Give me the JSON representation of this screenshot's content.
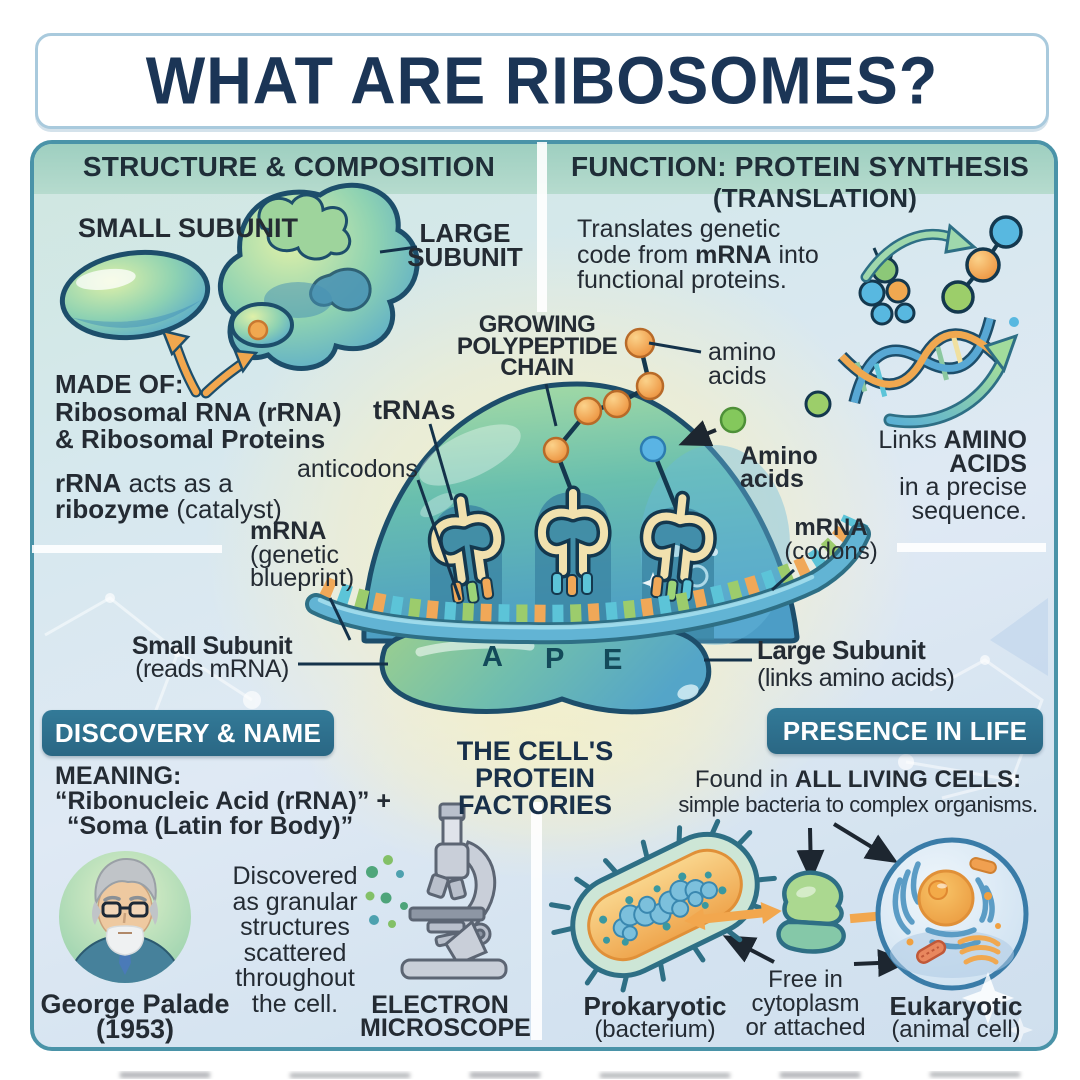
{
  "title": "WHAT ARE RIBOSOMES?",
  "palette": {
    "title_text": "#1b3556",
    "panel_border": "#4a93a8",
    "header_strip": "#a5d3c4",
    "banner_teal": "#2e6f8e",
    "body_text": "#242b33",
    "accent_orange": "#f2a74e",
    "ribosome_green": "#8fd0a0",
    "ribosome_blue": "#57a8c8",
    "outline_navy": "#1d4e6b"
  },
  "structure": {
    "header": "STRUCTURE & COMPOSITION",
    "small_subunit": "SMALL SUBUNIT",
    "large_subunit_1": "LARGE",
    "large_subunit_2": "SUBUNIT",
    "made_of": "MADE OF:",
    "made_of_1": "Ribosomal RNA (rRNA)",
    "made_of_2": "& Ribosomal Proteins",
    "rrna_b": "rRNA",
    "rrna_r": " acts as a",
    "ribozyme_b": "ribozyme",
    "ribozyme_r": " (catalyst)"
  },
  "function": {
    "header": "FUNCTION: PROTEIN SYNTHESIS",
    "subheader": "(TRANSLATION)",
    "p1": "Translates genetic",
    "p2a": "code from ",
    "p2b": "mRNA",
    "p2c": " into",
    "p3": "functional proteins.",
    "links_1a": "Links ",
    "links_1b": "AMINO",
    "links_2": "ACIDS",
    "links_3": "in a precise",
    "links_4": "sequence."
  },
  "diagram": {
    "growing_1": "GROWING",
    "growing_2": "POLYPEPTIDE",
    "growing_3": "CHAIN",
    "amino_small_1": "amino",
    "amino_small_2": "acids",
    "trnas": "tRNAs",
    "anticodons": "anticodons",
    "mrna_left_title": "mRNA",
    "mrna_left_1": "(genetic",
    "mrna_left_2": "blueprint)",
    "amino_big_1": "Amino",
    "amino_big_2": "acids",
    "mrna_right_title": "mRNA",
    "mrna_right_sub": "(codons)",
    "small_subunit_b": "Small Subunit",
    "small_subunit_r": "(reads mRNA)",
    "large_subunit_b": "Large Subunit",
    "large_subunit_r": "(links amino acids)",
    "site_a": "A",
    "site_p": "P",
    "site_e": "E"
  },
  "factories": {
    "line1": "THE CELL'S",
    "line2": "PROTEIN FACTORIES"
  },
  "discovery": {
    "banner": "DISCOVERY & NAME",
    "meaning": "MEANING:",
    "meaning_1": "“Ribonucleic Acid (rRNA)” +",
    "meaning_2a": "“Soma",
    "meaning_2b": " (Latin for Body)”",
    "scientist": "George Palade",
    "year": "(1953)",
    "note_lines": [
      "Discovered",
      "as granular",
      "structures",
      "scattered",
      "throughout",
      "the cell."
    ],
    "microscope_1": "ELECTRON",
    "microscope_2": "MICROSCOPE"
  },
  "presence": {
    "banner": "PRESENCE IN LIFE",
    "found_a": "Found in ",
    "found_b": "ALL LIVING CELLS:",
    "found_2": "simple bacteria to complex organisms.",
    "free_1": "Free in",
    "free_2": "cytoplasm",
    "free_3": "or attached",
    "prokaryotic_b": "Prokaryotic",
    "prokaryotic_r": "(bacterium)",
    "eukaryotic_b": "Eukaryotic",
    "eukaryotic_r": "(animal cell)"
  }
}
